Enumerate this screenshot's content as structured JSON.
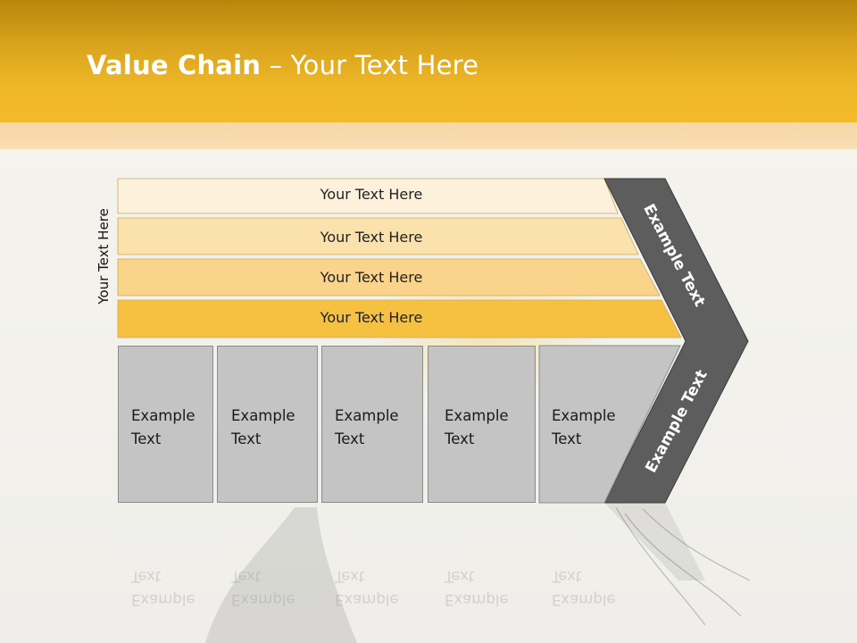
{
  "title": {
    "bold": "Value Chain",
    "rest": " – Your Text Here"
  },
  "side_label": "Your Text Here",
  "bands": [
    {
      "label": "Your Text Here",
      "color": "#fdf1dc"
    },
    {
      "label": "Your Text Here",
      "color": "#fbe2ac"
    },
    {
      "label": "Your Text Here",
      "color": "#fad48a"
    },
    {
      "label": "Your Text Here",
      "color": "#f6c040"
    }
  ],
  "boxes": [
    {
      "line1": "Example",
      "line2": "Text"
    },
    {
      "line1": "Example",
      "line2": "Text"
    },
    {
      "line1": "Example",
      "line2": "Text"
    },
    {
      "line1": "Example",
      "line2": "Text"
    },
    {
      "line1": "Example",
      "line2": "Text"
    }
  ],
  "chevron": {
    "upper": "Example Text",
    "lower": "Example Text",
    "color": "#5d5d5d"
  },
  "colors": {
    "header": "#f3bb2a",
    "box": "#c4c4c4",
    "box_border": "#8c8c8c"
  }
}
